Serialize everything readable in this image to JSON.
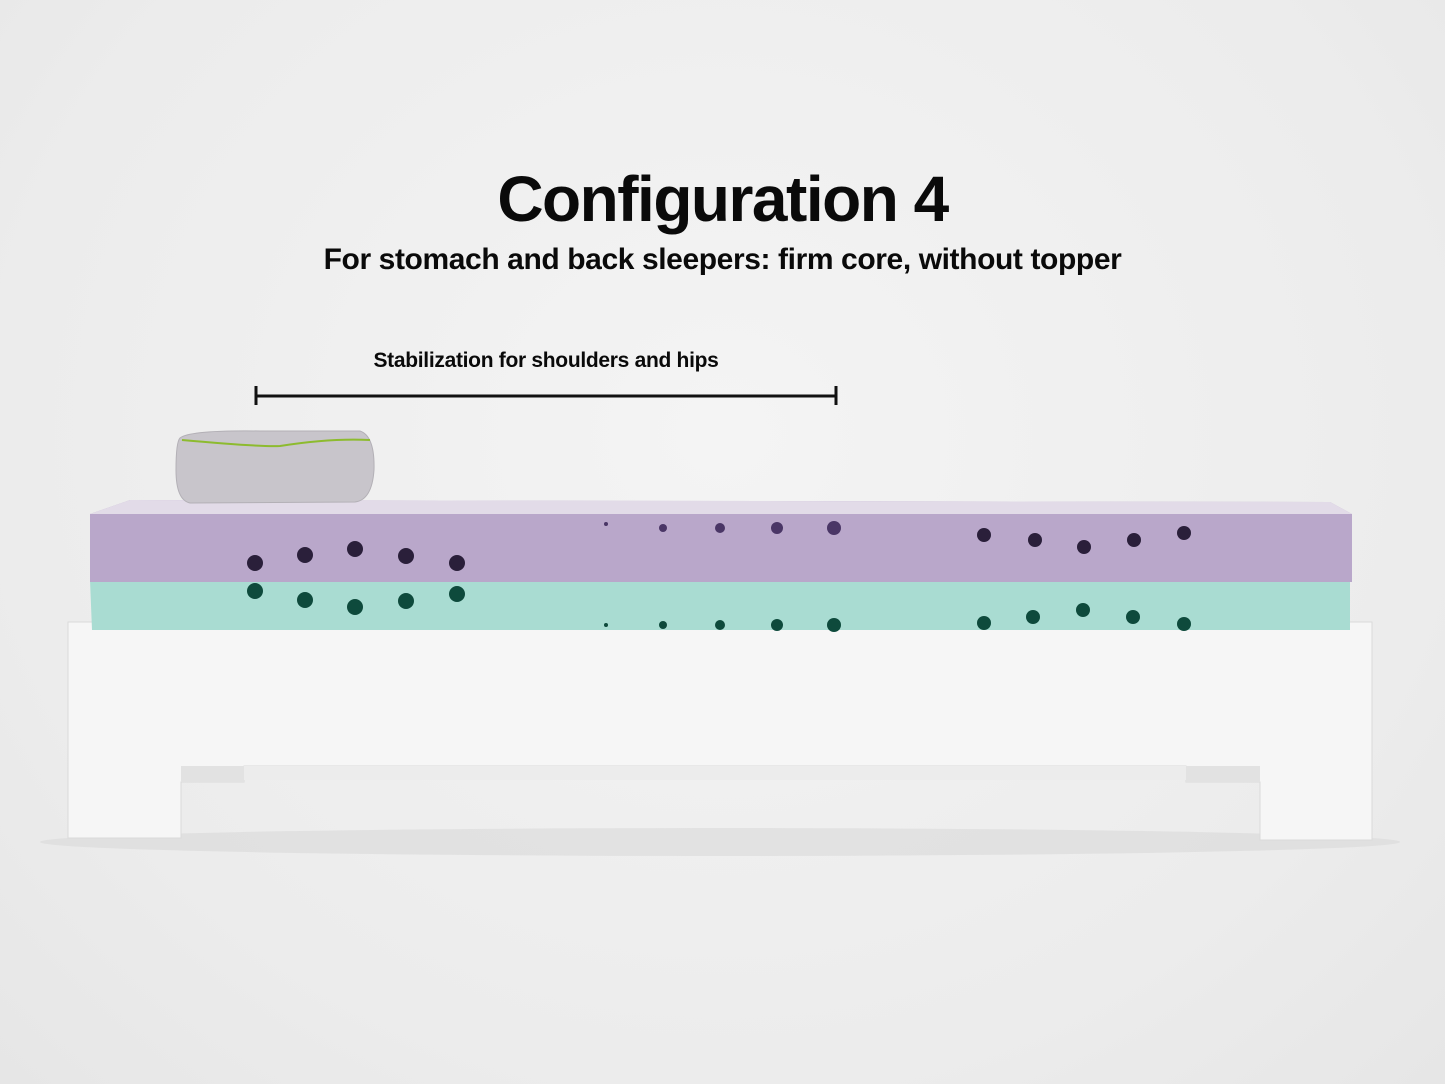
{
  "heading": {
    "title": "Configuration 4",
    "subtitle": "For stomach and back sleepers: firm core, without topper"
  },
  "annotation": {
    "label": "Stabilization for shoulders and hips"
  },
  "colors": {
    "top_layer": "#b8a6c9",
    "core_layer": "#a9dcd2",
    "frame": "#f7f7f7",
    "pillow": "#c9c6cc"
  }
}
